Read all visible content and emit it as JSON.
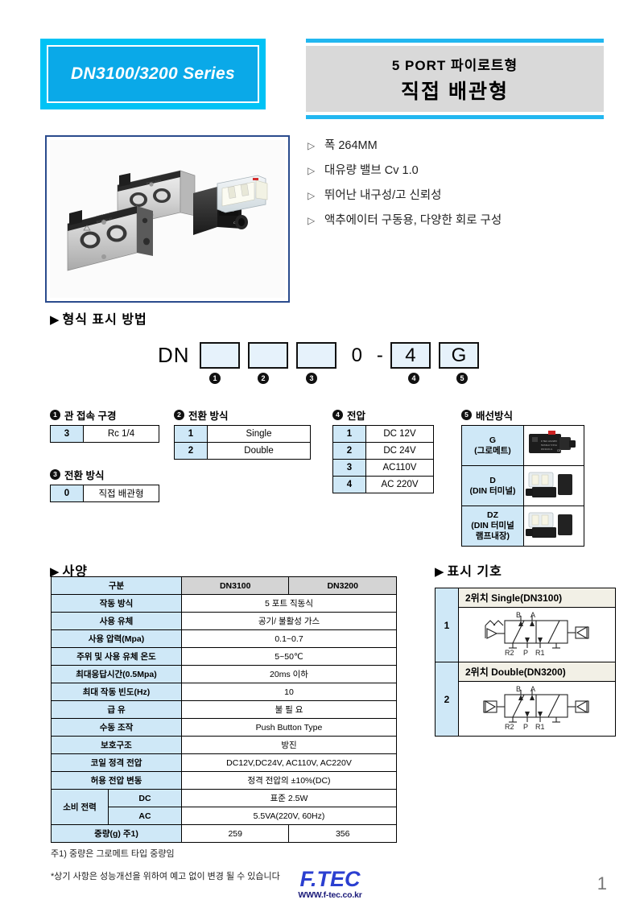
{
  "header": {
    "series_badge": "DN3100/3200 Series",
    "title_line1": "5 PORT 파이로트형",
    "title_line2": "직접 배관형",
    "accent_color": "#00c2f5",
    "band_color": "#22b7f0",
    "title_bg": "#d9d9d9"
  },
  "features": {
    "marker": "▷",
    "items": [
      "폭 264MM",
      "대유량 밸브 Cv 1.0",
      "뛰어난 내구성/고 신뢰성",
      "액추에이터 구동용, 다양한 회로 구성"
    ]
  },
  "model_code": {
    "heading_marker": "▶",
    "heading": "형식 표시 방법",
    "prefix": "DN",
    "boxes": [
      "",
      "",
      ""
    ],
    "zero": "0",
    "dash": "-",
    "box4": "4",
    "box5": "G",
    "marks": [
      "❶",
      "❷",
      "❸",
      "❹",
      "❺"
    ]
  },
  "legends": [
    {
      "num": "❶",
      "title": "관 접속 구경",
      "rows": [
        {
          "key": "3",
          "value": "Rc 1/4"
        }
      ]
    },
    {
      "num": "❷",
      "title": "전환 방식",
      "rows": [
        {
          "key": "1",
          "value": "Single"
        },
        {
          "key": "2",
          "value": "Double"
        }
      ]
    },
    {
      "num": "❸",
      "title": "전환 방식",
      "rows": [
        {
          "key": "0",
          "value": "직접 배관형"
        }
      ]
    },
    {
      "num": "❹",
      "title": "전압",
      "rows": [
        {
          "key": "1",
          "value": "DC 12V"
        },
        {
          "key": "2",
          "value": "DC 24V"
        },
        {
          "key": "3",
          "value": "AC110V"
        },
        {
          "key": "4",
          "value": "AC 220V"
        }
      ]
    }
  ],
  "wiring": {
    "num": "❺",
    "title": "배선방식",
    "rows": [
      {
        "code": "G",
        "desc": "(그로메트)",
        "desc2": ""
      },
      {
        "code": "D",
        "desc": "(DIN 터미널)",
        "desc2": ""
      },
      {
        "code": "DZ",
        "desc": "(DIN 터미널",
        "desc2": "램프내장)"
      }
    ]
  },
  "spec": {
    "heading_marker": "▶",
    "heading": "사양",
    "columns": [
      "구분",
      "DN3100",
      "DN3200"
    ],
    "rows": [
      {
        "label": "작동 방식",
        "value": "5 포트 직동식",
        "span": true
      },
      {
        "label": "사용 유체",
        "value": "공기/ 불활성 가스",
        "span": true
      },
      {
        "label": "사용 압력(Mpa)",
        "value": "0.1~0.7",
        "span": true
      },
      {
        "label": "주위 및 사용 유체 온도",
        "value": "5~50℃",
        "span": true
      },
      {
        "label": "최대응답시간(0.5Mpa)",
        "value": "20ms 이하",
        "span": true
      },
      {
        "label": "최대 작동 빈도(Hz)",
        "value": "10",
        "span": true
      },
      {
        "label": "급 유",
        "value": "불 필 요",
        "span": true
      },
      {
        "label": "수동 조작",
        "value": "Push Button Type",
        "span": true
      },
      {
        "label": "보호구조",
        "value": "방진",
        "span": true
      },
      {
        "label": "코일 정격 전압",
        "value": "DC12V,DC24V, AC110V, AC220V",
        "span": true
      },
      {
        "label": "허용 전압 변동",
        "value": "정격 전압의 ±10%(DC)",
        "span": true
      }
    ],
    "power": {
      "label": "소비 전력",
      "dc_label": "DC",
      "dc_value": "표준 2.5W",
      "ac_label": "AC",
      "ac_value": "5.5VA(220V, 60Hz)"
    },
    "weight": {
      "label": "중량(g) 주1)",
      "dn3100": "259",
      "dn3200": "356"
    },
    "note1": "주1) 중량은 그로메트 타입 중량임",
    "note2": "*상기 사항은 성능개선을 위하여 예고 없이 변경 될 수 있습니다"
  },
  "symbols": {
    "heading_marker": "▶",
    "heading": "표시 기호",
    "rows": [
      {
        "num": "1",
        "caption": "2위치 Single(DN3100)",
        "ports_top": [
          "B",
          "A"
        ],
        "ports_bottom": [
          "R2",
          "P",
          "R1"
        ]
      },
      {
        "num": "2",
        "caption": "2위치 Double(DN3200)",
        "ports_top": [
          "B",
          "A"
        ],
        "ports_bottom": [
          "R2",
          "P",
          "R1"
        ]
      }
    ]
  },
  "footer": {
    "logo": "F.TEC",
    "url": "WWW.f-tec.co.kr",
    "page_number": "1"
  }
}
